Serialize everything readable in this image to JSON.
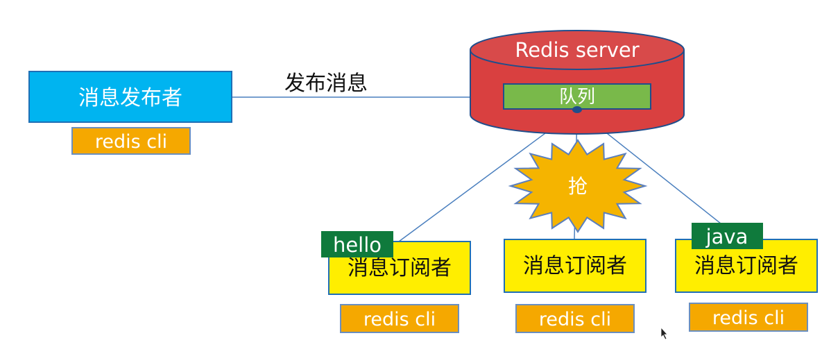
{
  "publisher": {
    "label": "消息发布者",
    "client": "redis cli"
  },
  "publish_arrow": {
    "label": "发布消息"
  },
  "server": {
    "label": "Redis server",
    "queue_label": "队列"
  },
  "contention": {
    "label": "抢"
  },
  "subscribers": [
    {
      "label": "消息订阅者",
      "client": "redis cli",
      "tag": "hello"
    },
    {
      "label": "消息订阅者",
      "client": "redis cli",
      "tag": ""
    },
    {
      "label": "消息订阅者",
      "client": "redis cli",
      "tag": "java"
    }
  ],
  "colors": {
    "publisher_fill": "#00b4f0",
    "publisher_border": "#1f6fb5",
    "client_fill": "#f5a800",
    "server_fill": "#d94040",
    "server_top": "#d84a4a",
    "queue_fill": "#79b94a",
    "star_fill": "#f5b400",
    "subscriber_fill": "#ffee00",
    "tag_fill": "#0f7a3c",
    "line": "#4a7fbe"
  }
}
